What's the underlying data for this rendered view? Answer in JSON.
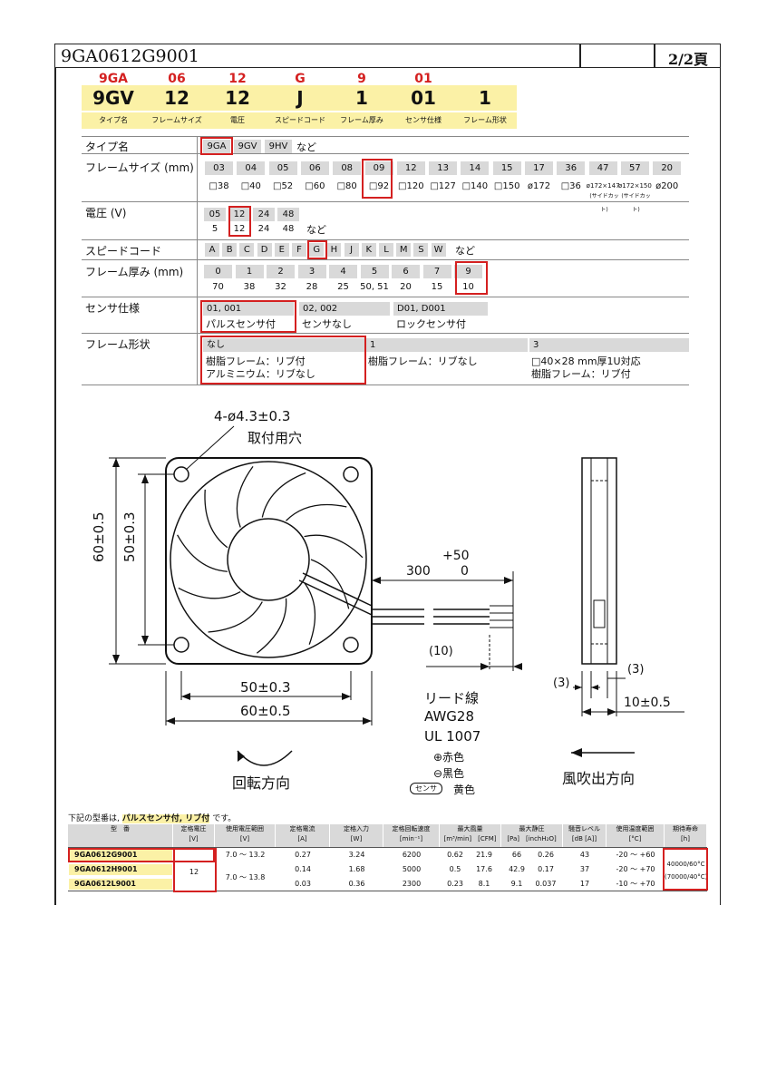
{
  "header": {
    "doc_number": "9GA0612G9001",
    "page": "2/2頁"
  },
  "model_codes": [
    {
      "red": "9GA",
      "code": "9GV",
      "label": "タイプ名"
    },
    {
      "red": "06",
      "code": "12",
      "label": "フレームサイズ"
    },
    {
      "red": "12",
      "code": "12",
      "label": "電圧"
    },
    {
      "red": "G",
      "code": "J",
      "label": "スピードコード"
    },
    {
      "red": "9",
      "code": "1",
      "label": "フレーム厚み"
    },
    {
      "red": "01",
      "code": "01",
      "label": "センサ仕様"
    },
    {
      "red": "",
      "code": "1",
      "label": "フレーム形状"
    }
  ],
  "spec": {
    "type_name": {
      "label": "タイプ名",
      "options": [
        "9GA",
        "9GV",
        "9HV"
      ],
      "suffix": "など"
    },
    "frame_size": {
      "label": "フレームサイズ (mm)",
      "codes": [
        "03",
        "04",
        "05",
        "06",
        "08",
        "09",
        "12",
        "13",
        "14",
        "15",
        "17",
        "36",
        "47",
        "57",
        "20"
      ],
      "sizes": [
        "□38",
        "□40",
        "□52",
        "□60",
        "□80",
        "□92",
        "□120",
        "□127",
        "□140",
        "□150",
        "ø172",
        "□36",
        "ø172×147",
        "ø172×150",
        "ø200"
      ],
      "notes": [
        "(サイドカット)",
        "(サイドカット)"
      ]
    },
    "voltage": {
      "label": "電圧 (V)",
      "codes": [
        "05",
        "12",
        "24",
        "48"
      ],
      "values": [
        "5",
        "12",
        "24",
        "48"
      ],
      "suffix": "など"
    },
    "speed": {
      "label": "スピードコード",
      "codes": [
        "A",
        "B",
        "C",
        "D",
        "E",
        "F",
        "G",
        "H",
        "J",
        "K",
        "L",
        "M",
        "S",
        "W"
      ],
      "suffix": "など"
    },
    "thickness": {
      "label": "フレーム厚み (mm)",
      "codes": [
        "0",
        "1",
        "2",
        "3",
        "4",
        "5",
        "6",
        "7",
        "9"
      ],
      "values": [
        "70",
        "38",
        "32",
        "28",
        "25",
        "50, 51",
        "20",
        "15",
        "10"
      ]
    },
    "sensor": {
      "label": "センサ仕様",
      "options": [
        {
          "code": "01, 001",
          "desc": "パルスセンサ付"
        },
        {
          "code": "02, 002",
          "desc": "センサなし"
        },
        {
          "code": "D01, D001",
          "desc": "ロックセンサ付"
        }
      ]
    },
    "frame_shape": {
      "label": "フレーム形状",
      "options": [
        {
          "code": "なし",
          "lines": [
            "樹脂フレーム：リブ付",
            "アルミニウム：リブなし"
          ]
        },
        {
          "code": "1",
          "lines": [
            "樹脂フレーム：リブなし"
          ]
        },
        {
          "code": "3",
          "lines": [
            "□40×28 mm厚1U対応",
            "樹脂フレーム：リブ付"
          ]
        }
      ]
    }
  },
  "drawing": {
    "hole_dim": "4-ø4.3±0.3",
    "hole_label": "取付用穴",
    "h_outer": "60±0.5",
    "h_inner": "50±0.3",
    "w_inner": "50±0.3",
    "w_outer": "60±0.5",
    "tol": "+50",
    "tol0": "0",
    "lead_len": "300",
    "strip": "(10)",
    "lead_label": [
      "リード線",
      "AWG28",
      "UL 1007"
    ],
    "wires": [
      "⊕赤色",
      "⊖黒色",
      "黄色"
    ],
    "sensor_tag": "センサ",
    "rotation": "回転方向",
    "airflow": "風吹出方向",
    "side_3a": "(3)",
    "side_3b": "(3)",
    "side_thick": "10±0.5"
  },
  "table": {
    "note_prefix": "下記の型番は,",
    "note_highlight": "パルスセンサ付, リブ付",
    "note_suffix": "です。",
    "headers": [
      {
        "t": "型　番",
        "u": ""
      },
      {
        "t": "定格電圧",
        "u": "[V]"
      },
      {
        "t": "使用電圧範囲",
        "u": "[V]"
      },
      {
        "t": "定格電流",
        "u": "[A]"
      },
      {
        "t": "定格入力",
        "u": "[W]"
      },
      {
        "t": "定格回転速度",
        "u": "[min⁻¹]"
      },
      {
        "t": "最大風量",
        "u": "[m³/min]　[CFM]"
      },
      {
        "t": "最大静圧",
        "u": "[Pa]　[inchH₂O]"
      },
      {
        "t": "騒音レベル",
        "u": "[dB [A]]"
      },
      {
        "t": "使用温度範囲",
        "u": "[°C]"
      },
      {
        "t": "期待寿命",
        "u": "[h]"
      }
    ],
    "rows": [
      {
        "model": "9GA0612G9001",
        "current": "0.27",
        "input": "3.24",
        "speed": "6200",
        "air_m3": "0.62",
        "air_cfm": "21.9",
        "sp_pa": "66",
        "sp_in": "0.26",
        "noise": "43",
        "temp": "-20 ～ +60"
      },
      {
        "model": "9GA0612H9001",
        "current": "0.14",
        "input": "1.68",
        "speed": "5000",
        "air_m3": "0.5",
        "air_cfm": "17.6",
        "sp_pa": "42.9",
        "sp_in": "0.17",
        "noise": "37",
        "temp": "-20 ～ +70"
      },
      {
        "model": "9GA0612L9001",
        "current": "0.03",
        "input": "0.36",
        "speed": "2300",
        "air_m3": "0.23",
        "air_cfm": "8.1",
        "sp_pa": "9.1",
        "sp_in": "0.037",
        "noise": "17",
        "temp": "-10 ～ +70"
      }
    ],
    "rated_voltage": "12",
    "range_1": "7.0 ～ 13.2",
    "range_2": "7.0 ～ 13.8",
    "life": [
      "40000/60°C",
      "(70000/40°C)"
    ]
  }
}
